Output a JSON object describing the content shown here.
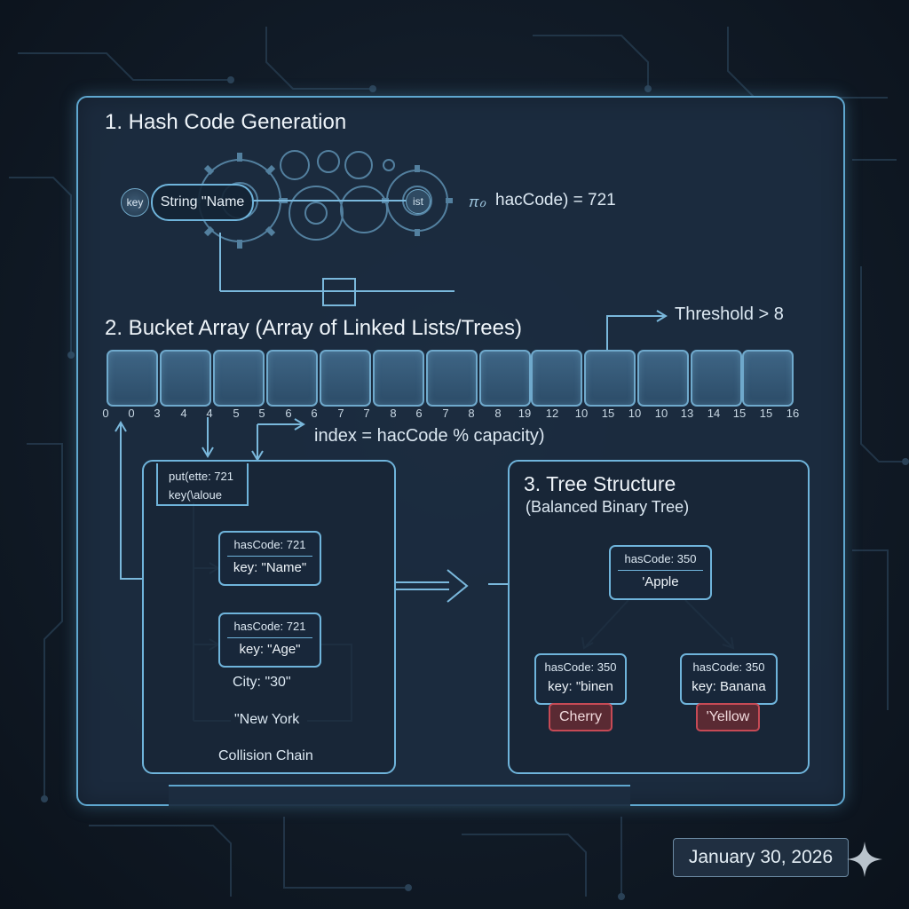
{
  "section1": {
    "title": "1. Hash Code Generation",
    "key_icon_label": "key",
    "input_label": "String \"Name",
    "function_icon_label": "ist",
    "output_prefix": "πℴ",
    "output_text": "hacCode) = 721"
  },
  "section2": {
    "title": "2. Bucket Array (Array of Linked Lists/Trees)",
    "threshold_label": "Threshold > 8",
    "index_formula": "index = hacCode % capacity)",
    "bucket_indices": [
      "0",
      "0",
      "3",
      "4",
      "4",
      "5",
      "5",
      "6",
      "6",
      "7",
      "7",
      "8",
      "6",
      "7",
      "8",
      "8",
      "19",
      "12",
      "10",
      "15",
      "10",
      "10",
      "13",
      "14",
      "15",
      "15",
      "16"
    ]
  },
  "collision_panel": {
    "header_line1": "put(ette: 721",
    "header_line2": "key(\\aloue",
    "nodes": [
      {
        "line1": "hasCode: 721",
        "line2": "key: \"Name\""
      },
      {
        "line1": "hasCode: 721",
        "line2": "key:  \"Age\""
      }
    ],
    "city_label": "City:   \"30\"",
    "city_value": "\"New York",
    "caption": "Collision Chain"
  },
  "tree_panel": {
    "title": "3. Tree Structure",
    "subtitle": "(Balanced Binary Tree)",
    "root": {
      "line1": "hasCode: 350",
      "line2": "'Apple"
    },
    "left": {
      "line1": "hasCode: 350",
      "line2": "key: \"binen",
      "tag": "Cherry"
    },
    "right": {
      "line1": "hasCode: 350",
      "line2": "key: Banana",
      "tag": "'Yellow"
    }
  },
  "date_label": "January 30, 2026",
  "colors": {
    "accent": "#6fb4db",
    "panel_bg": "#1c2d40",
    "background": "#111b27",
    "tag_red": "#c64a55"
  }
}
